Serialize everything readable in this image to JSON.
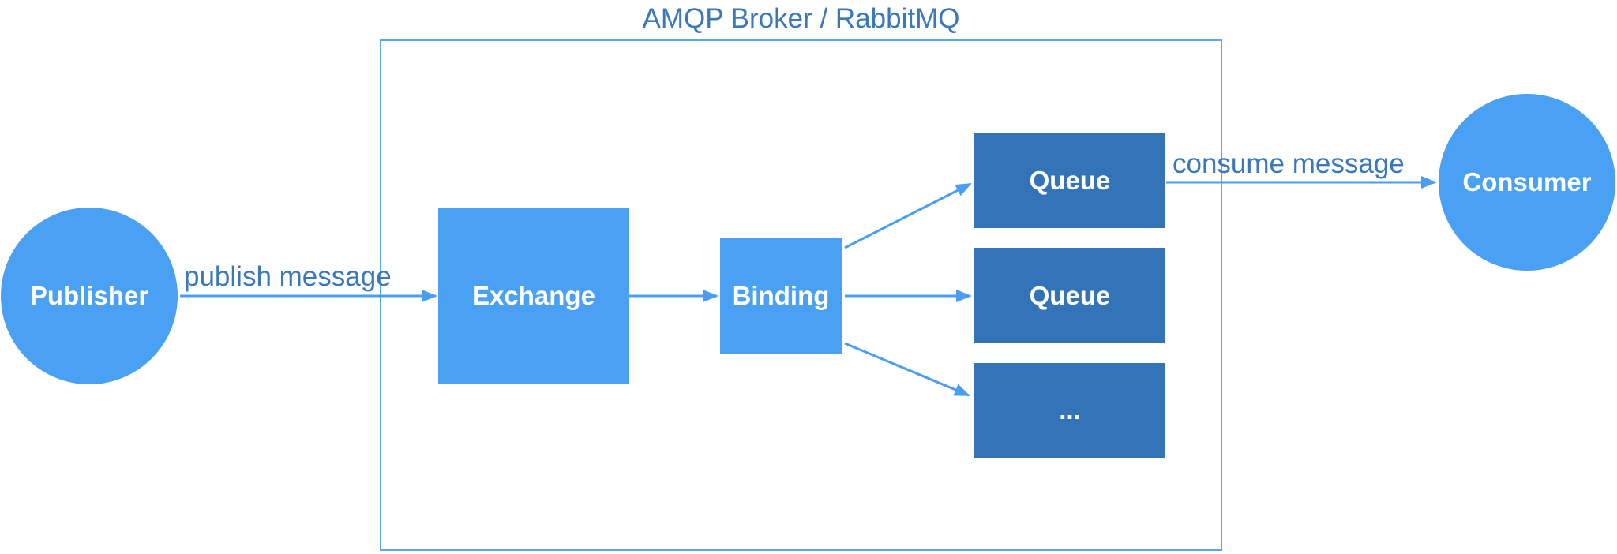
{
  "broker": {
    "title": "AMQP Broker / RabbitMQ"
  },
  "nodes": {
    "publisher": "Publisher",
    "exchange": "Exchange",
    "binding": "Binding",
    "queue_1": "Queue",
    "queue_2": "Queue",
    "queue_more": "...",
    "consumer": "Consumer"
  },
  "edges": {
    "publish": "publish message",
    "consume": "consume message"
  },
  "colors": {
    "light_node": "#4aa0f3",
    "dark_node": "#3374b8",
    "text_label": "#3a78bb",
    "arrow": "#4a9df0",
    "frame": "#5aa7ec"
  }
}
